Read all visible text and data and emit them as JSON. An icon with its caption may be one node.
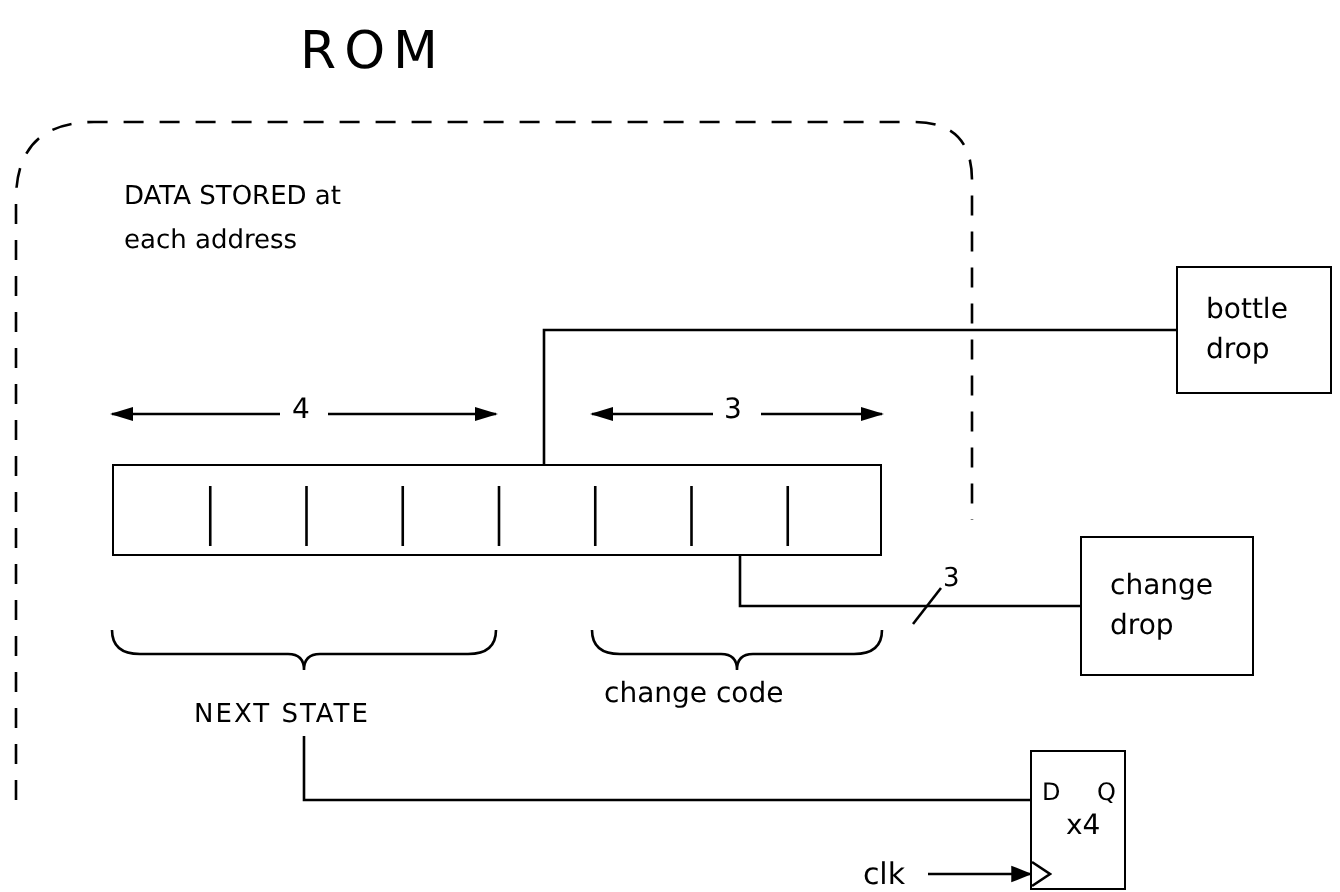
{
  "diagram": {
    "nodes": [
      {
        "text": [
          "ROM",
          "DATA STORED at each address"
        ]
      },
      {
        "text": [],
        "shape": "box",
        "in": 0
      },
      {
        "text": [
          "bottle drop"
        ]
      },
      {
        "text": [
          "change drop"
        ]
      },
      {
        "text": [
          "NEXT STATE"
        ],
        "in": 0
      },
      {
        "text": [
          "D",
          "Q",
          "x4"
        ]
      },
      {
        "text": [
          "clk"
        ]
      }
    ],
    "edges": [
      {
        "from": 1,
        "to": 2,
        "arrow": "none"
      },
      {
        "from": 1,
        "to": 3,
        "arrow": "none",
        "label": "3"
      },
      {
        "from": 4,
        "to": 5,
        "arrow": "none"
      },
      {
        "from": 6,
        "to": 5,
        "arrow": "to"
      }
    ],
    "labels": [
      "4",
      "3",
      "change code"
    ]
  }
}
